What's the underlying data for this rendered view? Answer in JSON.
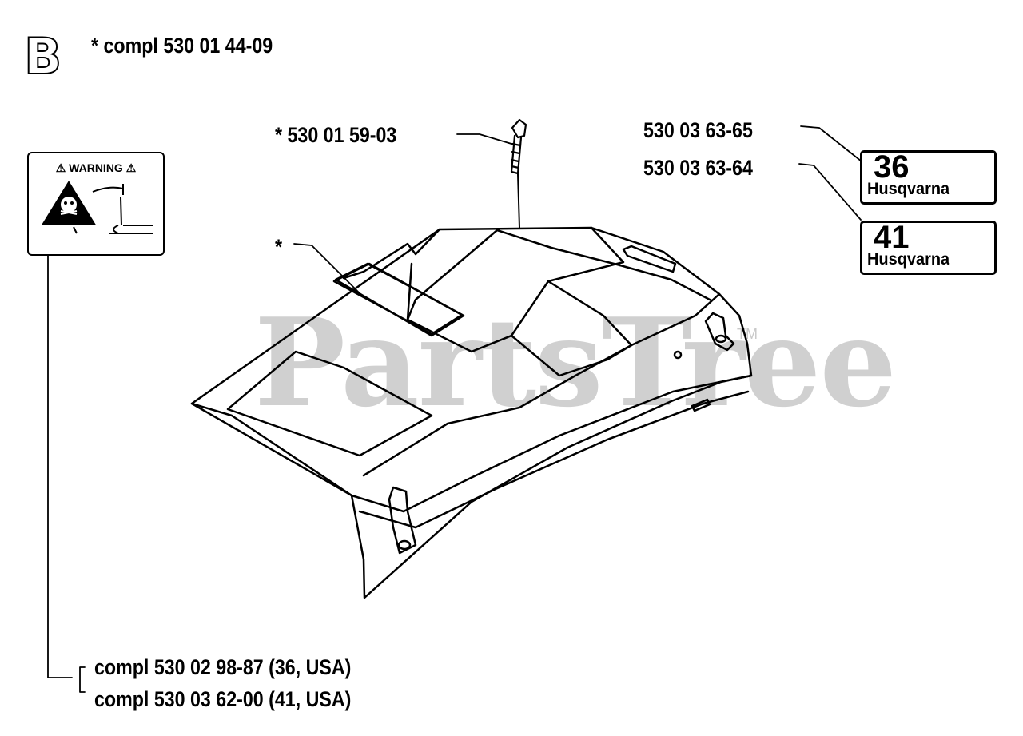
{
  "section_letter": "B",
  "compl_top": "* compl 530 01 44-09",
  "bolt_label": "* 530 01 59-03",
  "cover_star": "*",
  "decal_36_part": "530 03 63-65",
  "decal_41_part": "530 03 63-64",
  "decal_36": {
    "number": "36",
    "brand": "Husqvarna"
  },
  "decal_41": {
    "number": "41",
    "brand": "Husqvarna"
  },
  "warning_decal": {
    "title": "⚠ WARNING ⚠"
  },
  "compl_bottom_1": "compl 530 02 98-87 (36, USA)",
  "compl_bottom_2": "compl 530 03 62-00 (41, USA)",
  "watermark": "PartsTree",
  "watermark_tm": "TM"
}
